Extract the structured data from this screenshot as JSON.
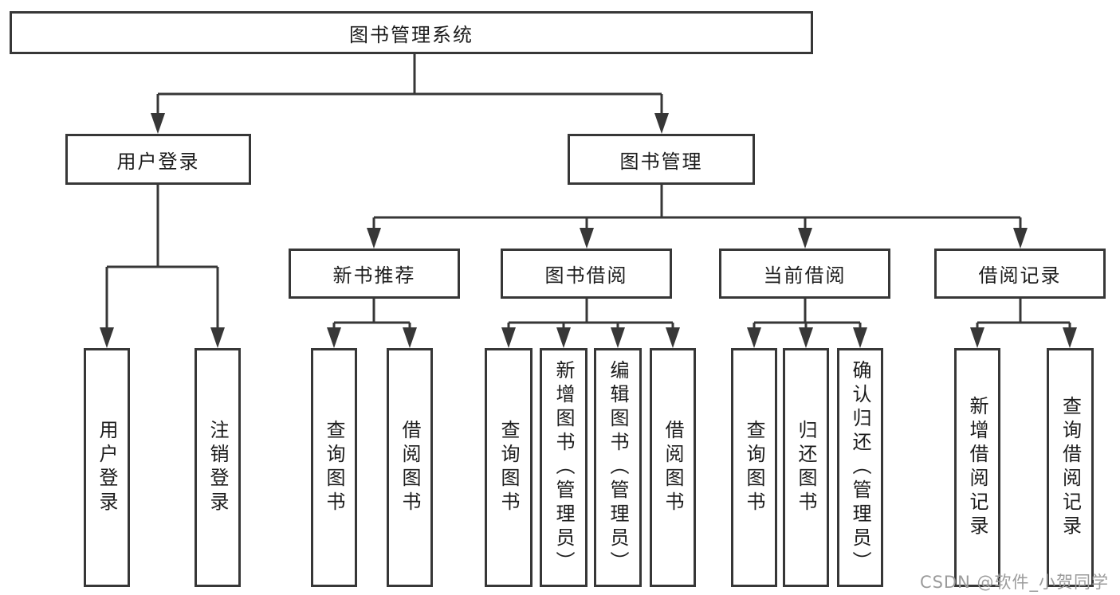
{
  "tree": {
    "label": "图书管理系统",
    "children": [
      {
        "label": "用户登录",
        "children": [
          {
            "label": "用户登录"
          },
          {
            "label": "注销登录"
          }
        ]
      },
      {
        "label": "图书管理",
        "children": [
          {
            "label": "新书推荐",
            "children": [
              {
                "label": "查询图书"
              },
              {
                "label": "借阅图书"
              }
            ]
          },
          {
            "label": "图书借阅",
            "children": [
              {
                "label": "查询图书"
              },
              {
                "label": "新增图书（管理员）"
              },
              {
                "label": "编辑图书（管理员）"
              },
              {
                "label": "借阅图书"
              }
            ]
          },
          {
            "label": "当前借阅",
            "children": [
              {
                "label": "查询图书"
              },
              {
                "label": "归还图书"
              },
              {
                "label": "确认归还（管理员）"
              }
            ]
          },
          {
            "label": "借阅记录",
            "children": [
              {
                "label": "新增借阅记录"
              },
              {
                "label": "查询借阅记录"
              }
            ]
          }
        ]
      }
    ]
  },
  "watermark": "CSDN @软件_小贺同学",
  "colors": {
    "line": "#373737",
    "box_border": "#373737",
    "box_fill": "#ffffff",
    "text": "#1c1c1c",
    "watermark": "#9b9b9b",
    "canvas_bg": "#ffffff"
  }
}
